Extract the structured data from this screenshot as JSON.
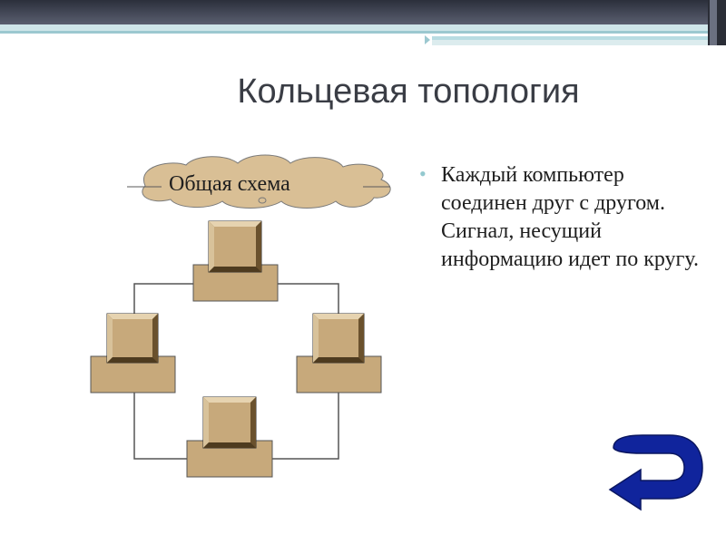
{
  "slide": {
    "title": "Кольцевая топология",
    "cloud_label": "Общая схема",
    "bullet": "Каждый компьютер соединен друг с другом. Сигнал, несущий информацию идет по кругу."
  },
  "colors": {
    "topbar": "#4b4f5f",
    "accent": "#93c9cf",
    "box_fill": "#c7a97b",
    "box_dark": "#5a4525",
    "cloud_fill": "#d9bf95",
    "arrow": "#10249c"
  },
  "icons": {
    "back": "u-turn-back-arrow-icon",
    "computer": "computer-icon"
  }
}
